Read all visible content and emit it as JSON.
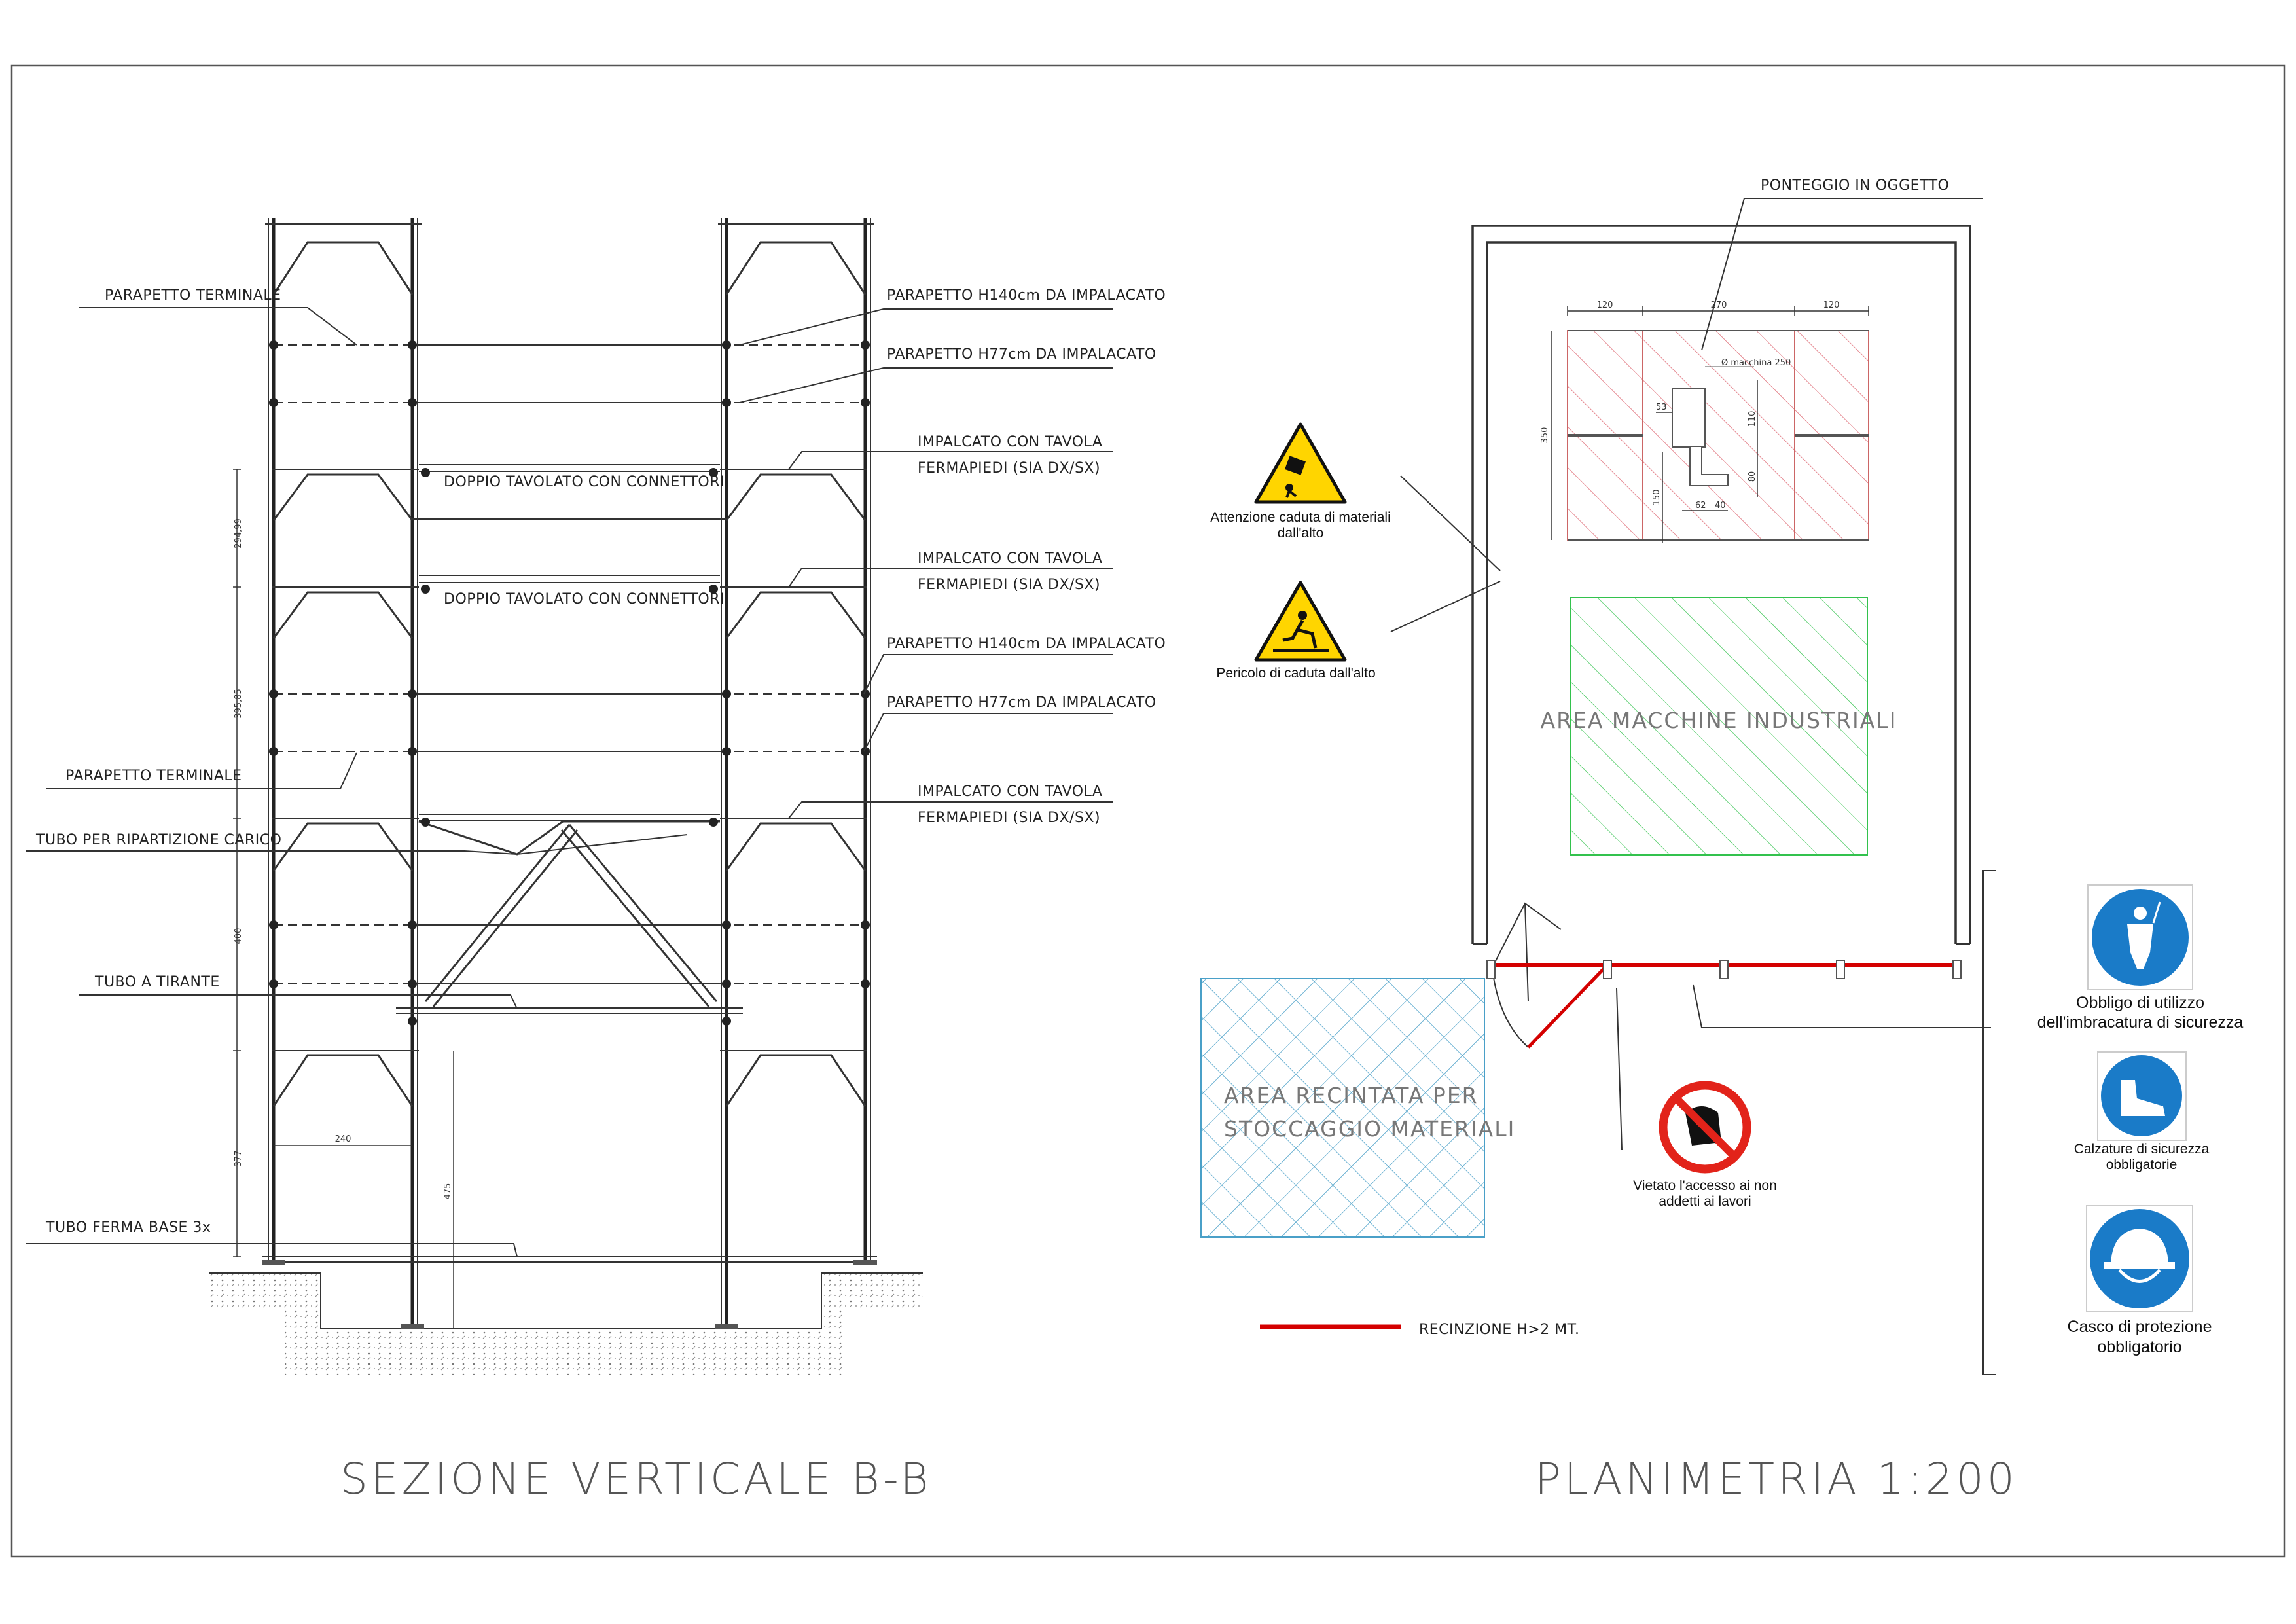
{
  "section": {
    "title": "SEZIONE VERTICALE B-B",
    "labels": {
      "parapetto_terminale_top": "PARAPETTO TERMINALE",
      "parapetto_h140_top": "PARAPETTO H140cm DA IMPALACATO",
      "parapetto_h77_top": "PARAPETTO H77cm DA IMPALACATO",
      "impalcato_1_line1": "IMPALCATO CON TAVOLA",
      "impalcato_1_line2": "FERMAPIEDI (SIA DX/SX)",
      "doppio_tavolato_1": "DOPPIO TAVOLATO CON CONNETTORI",
      "impalcato_2_line1": "IMPALCATO CON TAVOLA",
      "impalcato_2_line2": "FERMAPIEDI (SIA DX/SX)",
      "doppio_tavolato_2": "DOPPIO TAVOLATO CON CONNETTORI",
      "parapetto_h140_mid": "PARAPETTO H140cm DA IMPALACATO",
      "parapetto_h77_mid": "PARAPETTO H77cm DA IMPALACATO",
      "parapetto_terminale_mid": "PARAPETTO TERMINALE",
      "impalcato_3_line1": "IMPALCATO CON TAVOLA",
      "impalcato_3_line2": "FERMAPIEDI (SIA DX/SX)",
      "tubo_ripartizione": "TUBO PER RIPARTIZIONE CARICO",
      "tubo_tirante": "TUBO A TIRANTE",
      "tubo_ferma_base": "TUBO FERMA BASE 3x"
    },
    "dimensions": {
      "d1": "294,99",
      "d2": "395,85",
      "d3": "400",
      "d4": "377",
      "d5": "240",
      "d6": "475"
    }
  },
  "plan": {
    "title": "PLANIMETRIA 1:200",
    "ponteggio_label": "PONTEGGIO IN OGGETTO",
    "area_macchine": "AREA MACCHINE INDUSTRIALI",
    "area_recintata_line1": "AREA RECINTATA PER",
    "area_recintata_line2": "STOCCAGGIO MATERIALI",
    "legend_recinzione": "RECINZIONE H>2 MT.",
    "dimensions": {
      "w_left": "120",
      "w_mid": "270",
      "w_right": "120",
      "h_total": "350",
      "machine": "Ø macchina 250",
      "d_53": "53",
      "d_110": "110",
      "d_80": "80",
      "d_150": "150",
      "d_62": "62",
      "d_40": "40"
    }
  },
  "signs": {
    "caduta_materiali_line1": "Attenzione caduta di materiali",
    "caduta_materiali_line2": "dall'alto",
    "pericolo_caduta": "Pericolo di caduta dall'alto",
    "vietato_line1": "Vietato l'accesso ai non",
    "vietato_line2": "addetti ai lavori",
    "imbracatura_line1": "Obbligo di utilizzo",
    "imbracatura_line2": "dell'imbracatura di sicurezza",
    "calzature_line1": "Calzature di sicurezza",
    "calzature_line2": "obbligatorie",
    "casco_line1": "Casco di protezione",
    "casco_line2": "obbligatorio"
  },
  "colors": {
    "fence_red": "#d40000",
    "warning_yellow": "#ffd500",
    "mandatory_blue": "#1a7bc8",
    "prohibition_red": "#e2231a",
    "machines_green": "#33c24d",
    "storage_blue": "#4aa0c8",
    "scaffold_hatch": "#e0707a",
    "plank_yellow": "#e8d96a"
  }
}
